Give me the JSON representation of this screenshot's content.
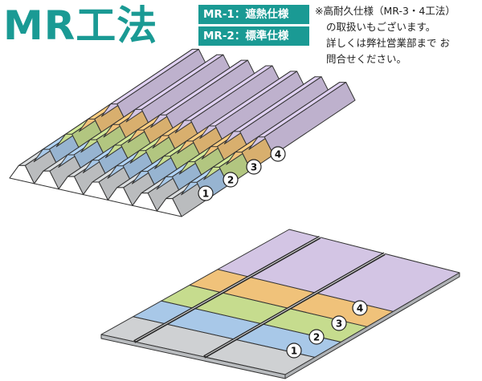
{
  "title": "MR工法",
  "badges": [
    "MR-1：遮熱仕様",
    "MR-2：標準仕様"
  ],
  "note": [
    "※高耐久仕様（MR-3・4工法）",
    "の取扱いもございます。",
    "詳しくは弊社営業部まで お",
    "問合せください。"
  ],
  "layers": [
    {
      "number": "1",
      "color": "#a8c8e8"
    },
    {
      "number": "2",
      "color": "#c6dc8e"
    },
    {
      "number": "3",
      "color": "#f0c27a"
    },
    {
      "number": "4",
      "color": "#d3c5e4"
    }
  ],
  "colors": {
    "accent": "#1a9a94",
    "base": "#cfd1d3",
    "outline": "#333333"
  }
}
